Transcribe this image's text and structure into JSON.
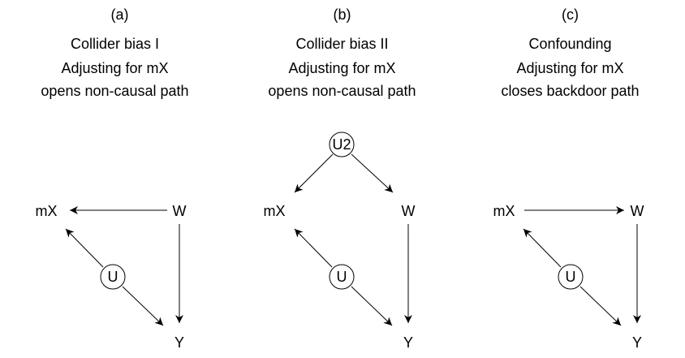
{
  "panels": [
    {
      "letter": "(a)",
      "title": "Collider bias I",
      "line2": "Adjusting for mX",
      "line3": "opens non-causal path",
      "nodes": {
        "mX": "mX",
        "W": "W",
        "U": "U",
        "Y": "Y"
      }
    },
    {
      "letter": "(b)",
      "title": "Collider bias II",
      "line2": "Adjusting for mX",
      "line3": "opens non-causal path",
      "nodes": {
        "U2": "U2",
        "mX": "mX",
        "W": "W",
        "U": "U",
        "Y": "Y"
      }
    },
    {
      "letter": "(c)",
      "title": "Confounding",
      "line2": "Adjusting for mX",
      "line3": "closes backdoor path",
      "nodes": {
        "mX": "mX",
        "W": "W",
        "U": "U",
        "Y": "Y"
      }
    }
  ]
}
